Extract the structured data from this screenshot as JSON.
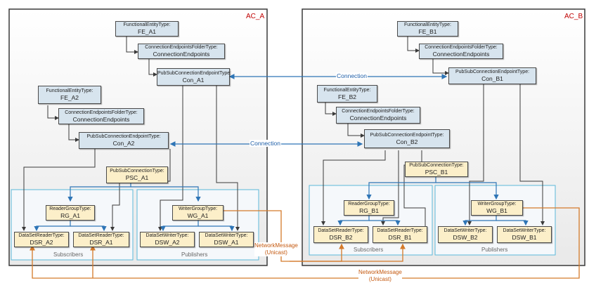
{
  "colors": {
    "accent_blue": "#2e75b6",
    "connection_blue": "#1f5fa8",
    "network_orange": "#d47a2a",
    "ac_red": "#c00000",
    "entity_blue": "#d7e4ee",
    "dataset_yellow": "#fcefc9"
  },
  "containers": {
    "ac_a": "AC_A",
    "ac_b": "AC_B"
  },
  "boxes": {
    "fe_a1": {
      "type": "FunctionalEntityType:",
      "name": "FE_A1"
    },
    "ce_a1": {
      "type": "ConnectionEndpointsFolderType:",
      "name": "ConnectionEndpoints"
    },
    "con_a1": {
      "type": "PubSubConnectionEndpointType:",
      "name": "Con_A1"
    },
    "fe_a2": {
      "type": "FunctionalEntityType:",
      "name": "FE_A2"
    },
    "ce_a2": {
      "type": "ConnectionEndpointsFolderType:",
      "name": "ConnectionEndpoints"
    },
    "con_a2": {
      "type": "PubSubConnectionEndpointType:",
      "name": "Con_A2"
    },
    "psc_a1": {
      "type": "PubSubConnectionType:",
      "name": "PSC_A1"
    },
    "rg_a1": {
      "type": "ReaderGroupType:",
      "name": "RG_A1"
    },
    "wg_a1": {
      "type": "WriterGroupType:",
      "name": "WG_A1"
    },
    "dsr_a2": {
      "type": "DataSetReaderType:",
      "name": "DSR_A2"
    },
    "dsr_a1": {
      "type": "DataSetReaderType:",
      "name": "DSR_A1"
    },
    "dsw_a2": {
      "type": "DataSetWriterType:",
      "name": "DSW_A2"
    },
    "dsw_a1": {
      "type": "DataSetWriterType:",
      "name": "DSW_A1"
    },
    "fe_b1": {
      "type": "FunctionalEntityType:",
      "name": "FE_B1"
    },
    "ce_b1": {
      "type": "ConnectionEndpointsFolderType:",
      "name": "ConnectionEndpoints"
    },
    "con_b1": {
      "type": "PubSubConnectionEndpointType:",
      "name": "Con_B1"
    },
    "fe_b2": {
      "type": "FunctionalEntityType:",
      "name": "FE_B2"
    },
    "ce_b2": {
      "type": "ConnectionEndpointsFolderType:",
      "name": "ConnectionEndpoints"
    },
    "con_b2": {
      "type": "PubSubConnectionEndpointType:",
      "name": "Con_B2"
    },
    "psc_b1": {
      "type": "PubSubConnectionType:",
      "name": "PSC_B1"
    },
    "rg_b1": {
      "type": "ReaderGroupType:",
      "name": "RG_B1"
    },
    "wg_b1": {
      "type": "WriterGroupType:",
      "name": "WG_B1"
    },
    "dsr_b2": {
      "type": "DataSetReaderType:",
      "name": "DSR_B2"
    },
    "dsr_b1": {
      "type": "DataSetReaderType:",
      "name": "DSR_B1"
    },
    "dsw_b2": {
      "type": "DataSetWriterType:",
      "name": "DSW_B2"
    },
    "dsw_b1": {
      "type": "DataSetWriterType:",
      "name": "DSW_B1"
    }
  },
  "groups": {
    "subscribers": "Subscribers",
    "publishers": "Publishers"
  },
  "connections": {
    "top": "Connection",
    "bottom": "Connection"
  },
  "network_messages": {
    "a_label": "NetworkMessage",
    "a_sub": "(Unicast)",
    "b_label": "NetworkMessage",
    "b_sub": "(Unicast)"
  }
}
